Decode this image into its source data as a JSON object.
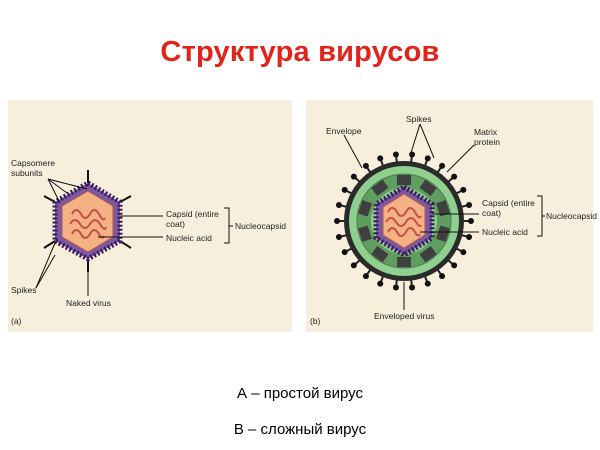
{
  "title": "Структура вирусов",
  "naked": {
    "capsomere": "Capsomere subunits",
    "capsid": "Capsid (entire coat)",
    "nucleic_acid": "Nucleic acid",
    "nucleocapsid": "Nucleocapsid",
    "spikes": "Spikes",
    "name": "Naked virus",
    "panel_letter": "(a)"
  },
  "enveloped": {
    "envelope": "Envelope",
    "spikes": "Spikes",
    "matrix": "Matrix protein",
    "capsid": "Capsid (entire coat)",
    "nucleic_acid": "Nucleic acid",
    "nucleocapsid": "Nucleocapsid",
    "name": "Enveloped virus",
    "panel_letter": "(b)"
  },
  "legend": {
    "a": "А – простой вирус",
    "b": "В – сложный вирус"
  },
  "colors": {
    "title": "#e2231a",
    "panel": "#f7efdc",
    "capsid": "#5a3a7a",
    "capsid_dots": "#2a1a4a",
    "core_fill": "#f4b183",
    "nucleic_acid": "#c0504d",
    "matrix": "#6fae6f",
    "envelope": "#2a2a2a"
  }
}
